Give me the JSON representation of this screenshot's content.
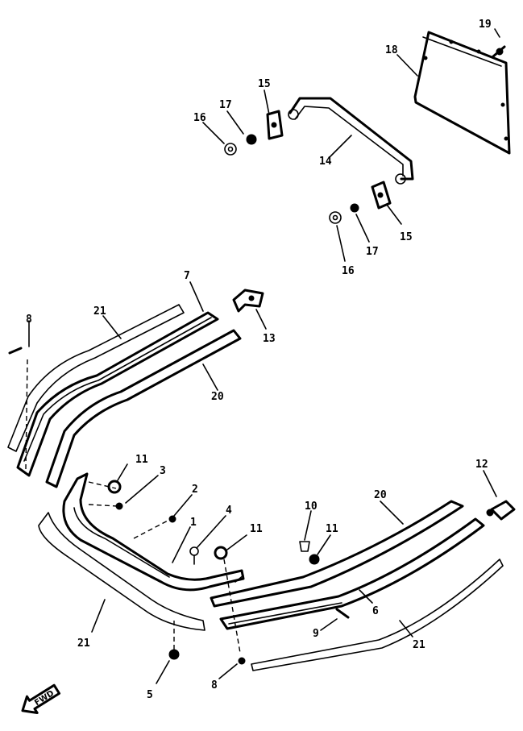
{
  "labels": {
    "l1": "1",
    "l2": "2",
    "l3": "3",
    "l4": "4",
    "l5": "5",
    "l6": "6",
    "l7": "7",
    "l8a": "8",
    "l8b": "8",
    "l9": "9",
    "l10": "10",
    "l11a": "11",
    "l11b": "11",
    "l12": "12",
    "l13": "13",
    "l14": "14",
    "l15a": "15",
    "l15b": "15",
    "l16a": "16",
    "l16b": "16",
    "l17a": "17",
    "l17b": "17",
    "l18": "18",
    "l19": "19",
    "l20a": "20",
    "l20b": "20",
    "l21a": "21",
    "l21b": "21",
    "l21c": "21"
  },
  "forward_arrow": {
    "text": "FWD"
  }
}
